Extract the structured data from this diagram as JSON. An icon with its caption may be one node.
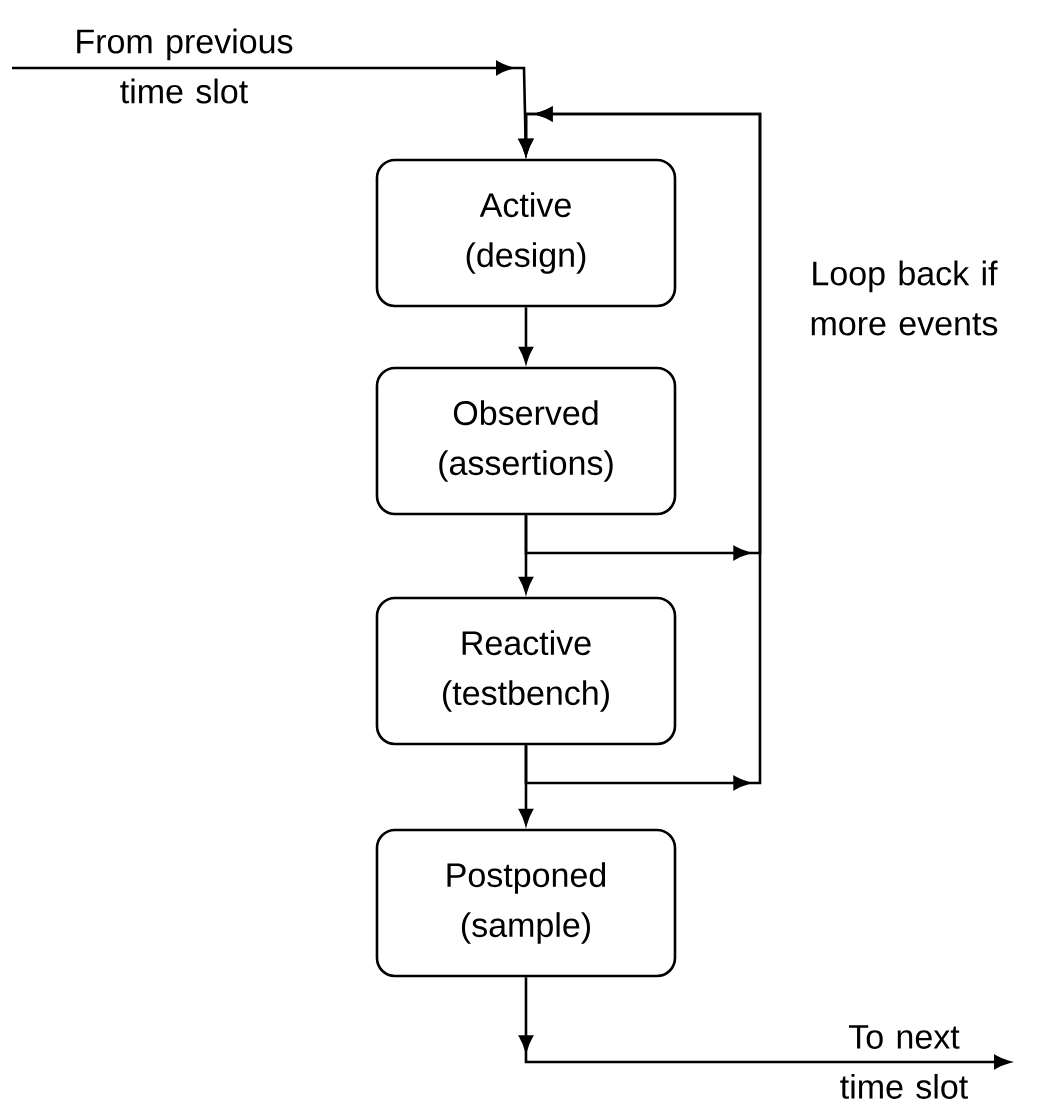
{
  "diagram": {
    "nodes": [
      {
        "text": [
          "Active (design)"
        ]
      },
      {
        "text": [
          "Observed (assertions)"
        ]
      },
      {
        "text": [
          "Reactive (testbench)"
        ]
      },
      {
        "text": [
          "Postponed (sample)"
        ]
      }
    ],
    "edges": [
      {
        "from": null,
        "to": 0,
        "arrow": "to",
        "label": "From previous time slot"
      },
      {
        "from": 0,
        "to": 1,
        "arrow": "to"
      },
      {
        "from": 1,
        "to": 2,
        "arrow": "to"
      },
      {
        "from": 2,
        "to": 3,
        "arrow": "to"
      },
      {
        "from": 1,
        "to": 0,
        "arrow": "to",
        "label": "Loop back if more events"
      },
      {
        "from": 2,
        "to": 0,
        "arrow": "to"
      },
      {
        "from": 3,
        "to": null,
        "arrow": "to",
        "label": "To next time slot"
      }
    ]
  }
}
